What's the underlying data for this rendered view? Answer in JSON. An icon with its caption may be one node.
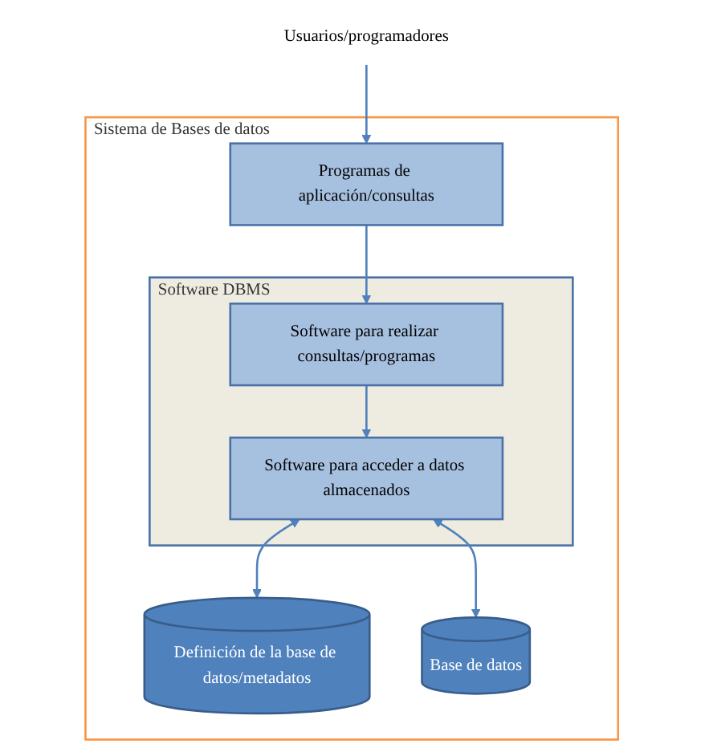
{
  "diagram": {
    "nodes": [
      {
        "text": [
          "Usuarios/programadores"
        ]
      },
      {
        "text": [
          "Sistema de Bases de datos"
        ]
      },
      {
        "text": [
          "Programas de aplicación/consultas"
        ],
        "in": 1
      },
      {
        "text": [
          "Software DBMS"
        ],
        "in": 1
      },
      {
        "text": [
          "Software para realizar consultas/programas"
        ],
        "in": 3
      },
      {
        "text": [
          "Software para acceder a datos almacenados"
        ],
        "in": 3
      },
      {
        "text": [
          "Definición de la base de datos/metadatos"
        ],
        "in": 1
      },
      {
        "text": [
          "Base de datos"
        ],
        "in": 1
      }
    ],
    "edges": [
      {
        "from": 0,
        "to": 2,
        "arrow": "to"
      },
      {
        "from": 2,
        "to": 4,
        "arrow": "to"
      },
      {
        "from": 4,
        "to": 5,
        "arrow": "to"
      },
      {
        "from": 5,
        "to": 6,
        "arrow": "both"
      },
      {
        "from": 5,
        "to": 7,
        "arrow": "both"
      }
    ]
  }
}
